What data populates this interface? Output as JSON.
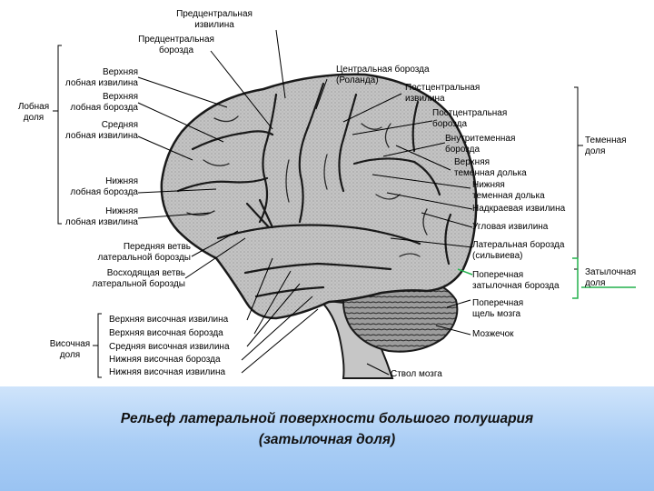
{
  "labels": {
    "precentral_gyrus": "Предцентральная\nизвилина",
    "precentral_sulcus": "Предцентральная\nборозда",
    "superior_frontal_gyrus": "Верхняя\nлобная извилина",
    "superior_frontal_sulcus": "Верхняя\nлобная борозда",
    "middle_frontal_gyrus": "Средняя\nлобная извилина",
    "inferior_frontal_sulcus": "Нижняя\nлобная борозда",
    "inferior_frontal_gyrus": "Нижняя\nлобная извилина",
    "anterior_branch": "Передняя ветвь\nлатеральной борозды",
    "ascending_branch": "Восходящая ветвь\nлатеральной борозды",
    "central_sulcus": "Центральная борозда\n(Роланда)",
    "postcentral_gyrus": "Постцентральная\nизвилина",
    "postcentral_sulcus": "Постцентральная\nборозда",
    "intraparietal_sulcus": "Внутритеменная\nборозда",
    "superior_parietal_lobule": "Верхняя\nтеменная долька",
    "inferior_parietal_lobule": "Нижняя\nтеменная долька",
    "supramarginal_gyrus": "Надкраевая извилина",
    "angular_gyrus": "Угловая извилина",
    "lateral_sulcus": "Латеральная борозда\n(сильвиева)",
    "transverse_occipital_sulcus": "Поперечная\nзатылочная борозда",
    "transverse_fissure": "Поперечная\nщель мозга",
    "cerebellum": "Мозжечок",
    "brainstem": "Ствол мозга",
    "superior_temporal_gyrus": "Верхняя височная извилина",
    "superior_temporal_sulcus": "Верхняя височная борозда",
    "middle_temporal_gyrus": "Средняя височная извилина",
    "inferior_temporal_sulcus": "Нижняя височная борозда",
    "inferior_temporal_gyrus": "Нижняя височная извилина"
  },
  "groups": {
    "frontal_lobe": "Лобная\nдоля",
    "parietal_lobe": "Теменная\nдоля",
    "occipital_lobe": "Затылочная\nдоля",
    "temporal_lobe": "Височная\nдоля"
  },
  "caption": {
    "line1": "Рельеф латеральной поверхности большого полушария",
    "line2": "(затылочная доля)"
  },
  "colors": {
    "accent_green": "#22b14c",
    "brain_fill": "#bdbdbd",
    "brain_outline": "#1a1a1a",
    "caption_band": "#a9cdf5"
  }
}
